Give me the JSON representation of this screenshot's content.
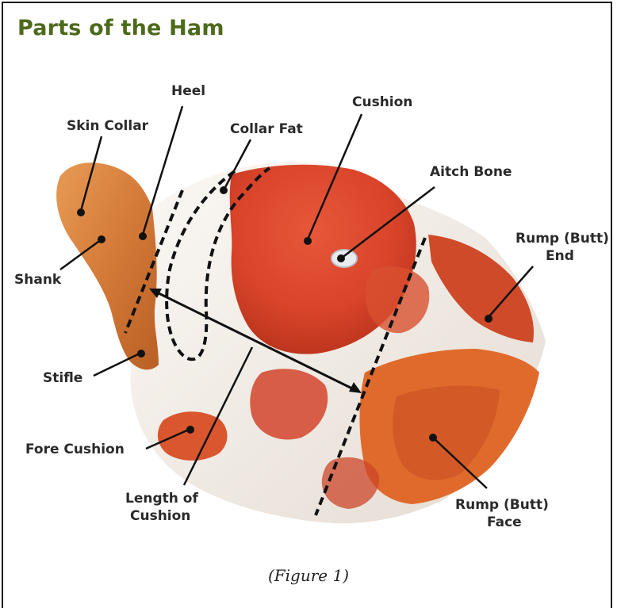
{
  "title": "Parts of the Ham",
  "caption": "(Figure 1)",
  "labels": {
    "heel": "Heel",
    "skin_collar": "Skin Collar",
    "collar_fat": "Collar Fat",
    "cushion": "Cushion",
    "aitch_bone": "Aitch Bone",
    "rump_end_line1": "Rump (Butt)",
    "rump_end_line2": "End",
    "shank": "Shank",
    "stifle": "Stifle",
    "fore_cushion": "Fore Cushion",
    "length_line1": "Length of",
    "length_line2": "Cushion",
    "rump_face_line1": "Rump (Butt)",
    "rump_face_line2": "Face"
  },
  "colors": {
    "title": "#4d6a1c",
    "meat": "#d9442a",
    "fat": "#f1ece6",
    "skin": "#d7823f"
  }
}
